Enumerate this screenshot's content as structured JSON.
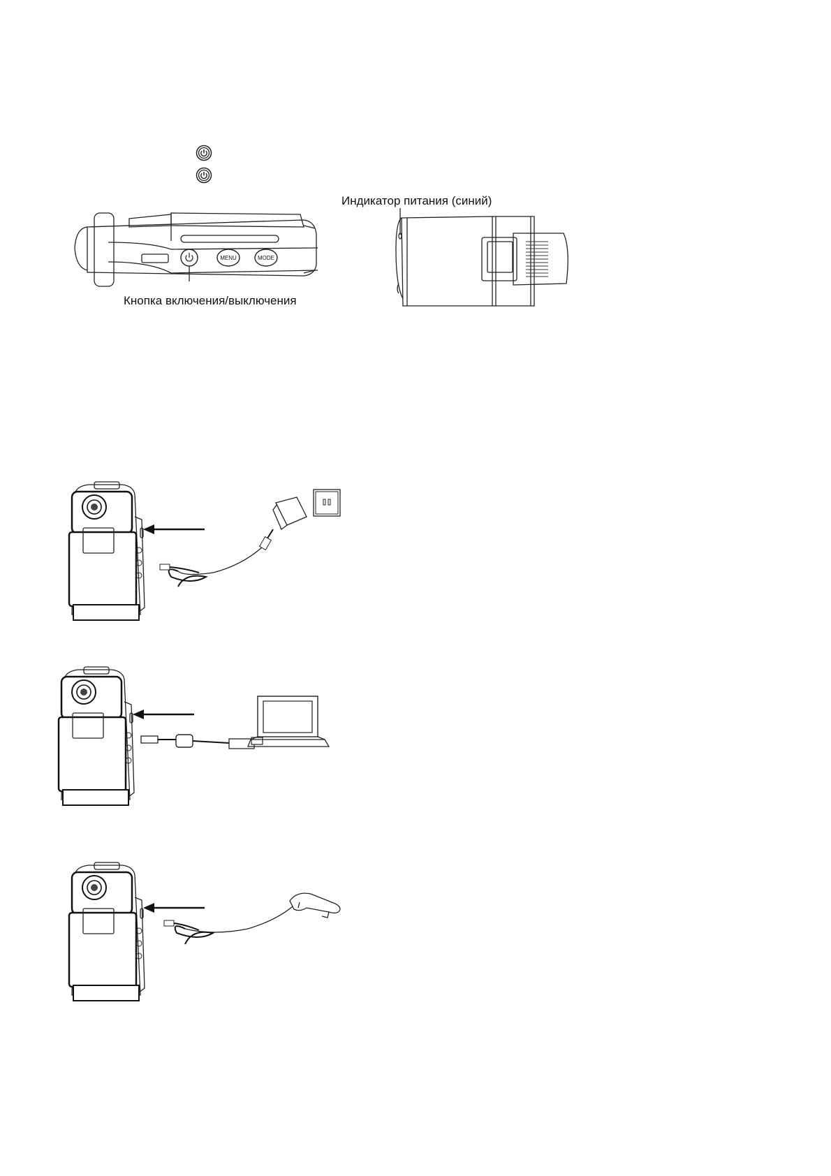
{
  "buttons": {
    "menu_label": "MENU",
    "mode_label": "MODE"
  },
  "labels": {
    "power_button": "Кнопка включения/выключения",
    "power_indicator": "Индикатор питания (синий)"
  },
  "icons": [
    "power-icon",
    "power-icon",
    "arrow-left-icon",
    "wall-socket-icon",
    "laptop-icon",
    "car-charger-icon"
  ]
}
